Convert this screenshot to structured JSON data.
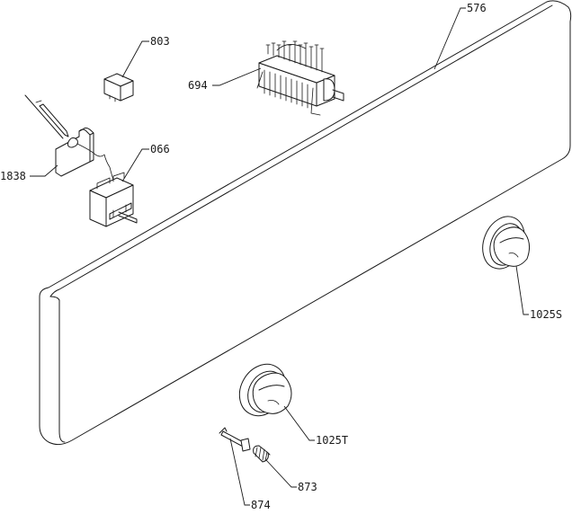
{
  "labels": {
    "panel": "576",
    "switch_block": "694",
    "relay": "803",
    "sensor": "1838",
    "thermostat": "066",
    "knob_right": "1025S",
    "knob_front": "1025T",
    "spring": "873",
    "shaft": "874"
  }
}
